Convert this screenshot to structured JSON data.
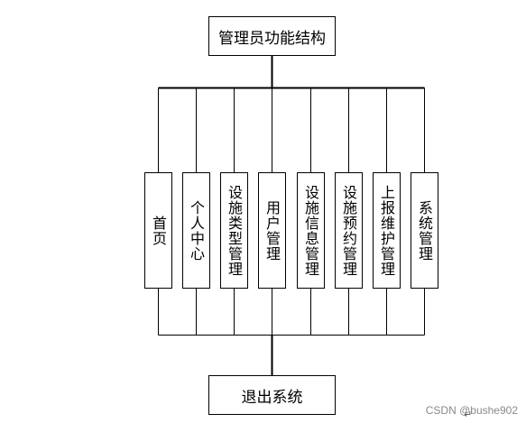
{
  "diagram": {
    "root": "管理员功能结构",
    "modules": [
      "首页",
      "个人中心",
      "设施类型管理",
      "用户管理",
      "设施信息管理",
      "设施预约管理",
      "上报维护管理",
      "系统管理"
    ],
    "exit": "退出系统"
  },
  "watermark": "CSDN @bushe902"
}
